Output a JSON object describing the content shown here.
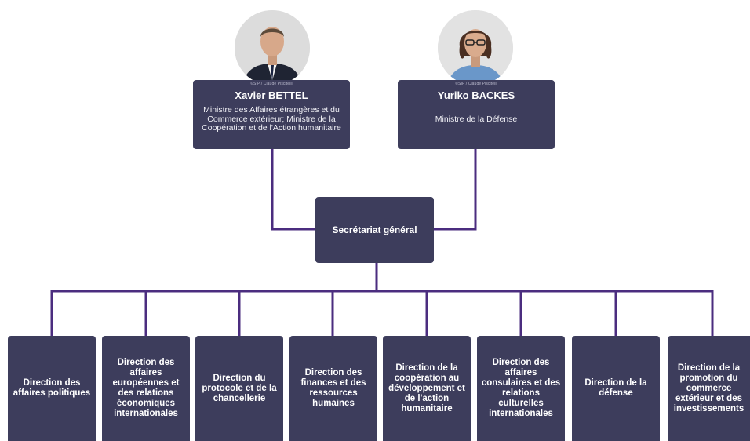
{
  "ministers": [
    {
      "credit": "©SIP / Claude Piscitelli",
      "name": "Xavier BETTEL",
      "role": "Ministre des Affaires étrangères et du Commerce extérieur; Ministre de la Coopération et de l'Action humanitaire",
      "photo": "portrait-man-suit"
    },
    {
      "credit": "©SIP / Claude Piscitelli",
      "name": "Yuriko BACKES",
      "role": "Ministre de la Défense",
      "photo": "portrait-woman-glasses"
    }
  ],
  "secretariat": "Secrétariat général",
  "directions": [
    "Direction des affaires politiques",
    "Direction des affaires européennes et des relations économiques internationales",
    "Direction du protocole et de la chancellerie",
    "Direction des finances et des ressources humaines",
    "Direction de la coopération au développement et de l'action humanitaire",
    "Direction des affaires consulaires et des relations culturelles internationales",
    "Direction de la défense",
    "Direction de la promotion du commerce extérieur et des investissements"
  ],
  "colors": {
    "box": "#3d3d5c",
    "connector": "#4b2d7f",
    "text": "#ffffff"
  }
}
